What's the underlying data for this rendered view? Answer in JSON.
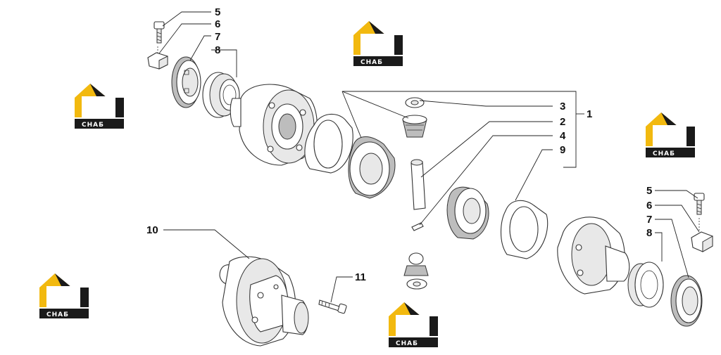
{
  "watermark": {
    "mark": "НЗ",
    "word": "СНАБ",
    "colors": {
      "accent": "#F2B90F",
      "dark": "#1a1a1a"
    }
  },
  "callouts": {
    "c1": "1",
    "c2": "2",
    "c3": "3",
    "c4": "4",
    "c5a": "5",
    "c6a": "6",
    "c7a": "7",
    "c8a": "8",
    "c9": "9",
    "c10": "10",
    "c11": "11",
    "c5b": "5",
    "c6b": "6",
    "c7b": "7",
    "c8b": "8"
  }
}
